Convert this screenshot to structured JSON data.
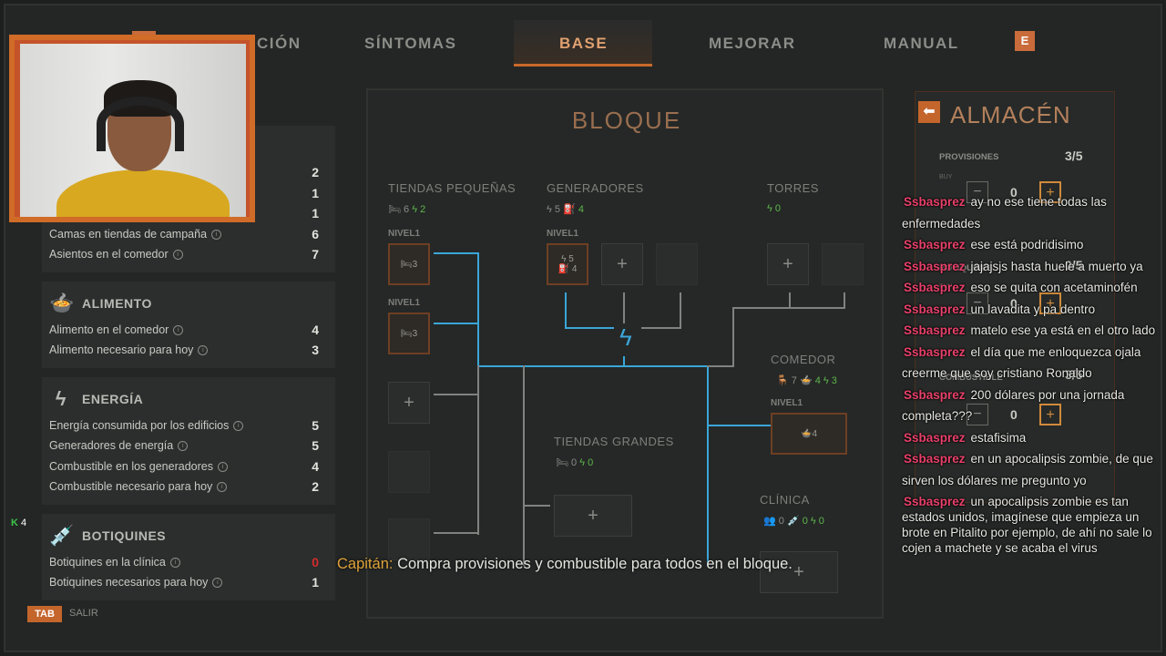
{
  "nav": {
    "tabs": [
      "CIÓN",
      "SÍNTOMAS",
      "BASE",
      "MEJORAR",
      "MANUAL"
    ],
    "active": "BASE",
    "key_hint": "E"
  },
  "left": {
    "top_rows": [
      {
        "label": "",
        "value": "2"
      },
      {
        "label": "",
        "value": "1"
      },
      {
        "label": "",
        "value": "1"
      },
      {
        "label": "Camas en tiendas de campaña",
        "value": "6"
      },
      {
        "label": "Asientos en el comedor",
        "value": "7"
      }
    ],
    "groups": [
      {
        "title": "ALIMENTO",
        "icon": "food-bowl-icon",
        "rows": [
          {
            "label": "Alimento en el comedor",
            "value": "4"
          },
          {
            "label": "Alimento necesario para hoy",
            "value": "3"
          }
        ]
      },
      {
        "title": "ENERGÍA",
        "icon": "lightning-icon",
        "rows": [
          {
            "label": "Energía consumida por los edificios",
            "value": "5"
          },
          {
            "label": "Generadores de energía",
            "value": "5"
          },
          {
            "label": "Combustible en los generadores",
            "value": "4"
          },
          {
            "label": "Combustible necesario para hoy",
            "value": "2"
          }
        ]
      },
      {
        "title": "BOTIQUINES",
        "icon": "syringe-icon",
        "rows": [
          {
            "label": "Botiquines en la clínica",
            "value": "0",
            "alert": true
          },
          {
            "label": "Botiquines necesarios para hoy",
            "value": "1"
          }
        ]
      }
    ]
  },
  "center": {
    "title": "BLOQUE",
    "tiendas_pequenas": {
      "title": "TIENDAS PEQUEÑAS",
      "beds": "6",
      "energy": "2",
      "lvl1": "NIVEL1",
      "lvl2": "NIVEL1",
      "slot1": "3",
      "slot2": "3"
    },
    "generadores": {
      "title": "GENERADORES",
      "energy": "5",
      "fuel": "4",
      "lvl": "NIVEL1",
      "slot_energy": "5",
      "slot_fuel": "4"
    },
    "torres": {
      "title": "TORRES",
      "energy": "0"
    },
    "comedor": {
      "title": "COMEDOR",
      "seats": "7",
      "food": "4",
      "energy": "3",
      "lvl": "NIVEL1",
      "slot": "4"
    },
    "tiendas_grandes": {
      "title": "TIENDAS GRANDES",
      "beds": "0",
      "energy": "0"
    },
    "clinica": {
      "title": "CLÍNICA",
      "people": "0",
      "kits": "0",
      "energy": "0"
    }
  },
  "almacen": {
    "title": "ALMACÉN",
    "resources": [
      {
        "label": "PROVISIONES",
        "have": "3",
        "max": "5",
        "buy_label": "BUY",
        "buy": "0"
      },
      {
        "label": "BOTIQUINES",
        "have": "0",
        "max": "5",
        "buy_label": "BUY",
        "buy": "0"
      },
      {
        "label": "COMBUSTIBLE",
        "have": "3",
        "max": "5",
        "buy_label": "BUY",
        "buy": "0"
      }
    ]
  },
  "chat": [
    {
      "user": "Ssbasprez",
      "text": "ay no ese tiene todas las enfermedades"
    },
    {
      "user": "Ssbasprez",
      "text": "ese está podridisimo"
    },
    {
      "user": "Ssbasprez",
      "text": "jajajsjs hasta huele a muerto ya"
    },
    {
      "user": "Ssbasprez",
      "text": "eso se quita con acetaminofén"
    },
    {
      "user": "Ssbasprez",
      "text": "un lavadita y pa dentro"
    },
    {
      "user": "Ssbasprez",
      "text": "matelo ese ya está en el otro lado"
    },
    {
      "user": "Ssbasprez",
      "text": "el día que me enloquezca ojala creerme que soy cristiano Ronaldo"
    },
    {
      "user": "Ssbasprez",
      "text": "200 dólares por una jornada completa???"
    },
    {
      "user": "Ssbasprez",
      "text": "estafisima"
    },
    {
      "user": "Ssbasprez",
      "text": "en un apocalipsis zombie, de que sirven los dólares me pregunto yo"
    },
    {
      "user": "Ssbasprez",
      "text": "un apocalipsis zombie es tan estados unidos, imagínese que empieza un brote en Pitalito por ejemplo, de ahí no sale lo cojen a machete y se acaba el virus"
    }
  ],
  "captain": {
    "who": "Capitán:",
    "text": "Compra provisiones y combustible para todos en el bloque."
  },
  "footer": {
    "tab_key": "TAB",
    "salir": "SALIR",
    "kill_count": "4"
  },
  "colors": {
    "accent": "#c4652c",
    "power_wire": "#3aa6d8",
    "good": "#5fb64a",
    "alert": "#d42b2b",
    "chat_user": "#e8406a"
  }
}
